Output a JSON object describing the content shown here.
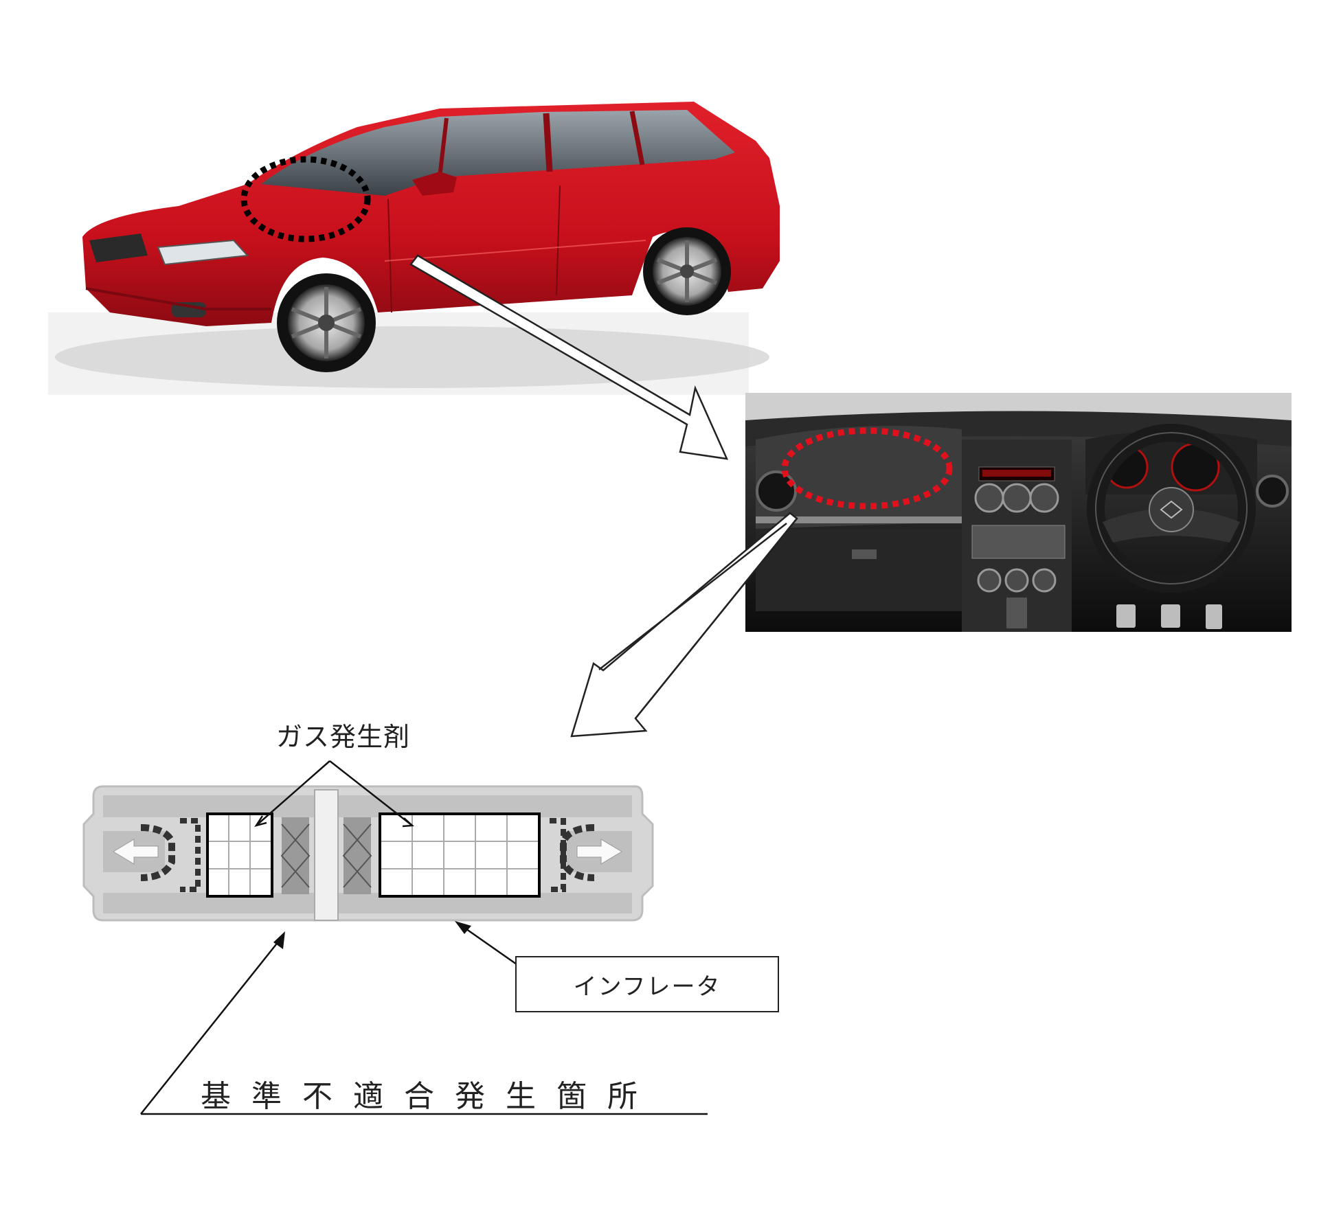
{
  "labels": {
    "gas_generant": "ガス発生剤",
    "inflator": "インフレータ",
    "defect_location": "基準不適合発生箇所"
  },
  "colors": {
    "car_body": "#c8101c",
    "dashboard": "#1c1c1c",
    "highlight_black": "#000000",
    "highlight_red": "#e0101c",
    "inflator_housing": "#d6d6d6"
  }
}
